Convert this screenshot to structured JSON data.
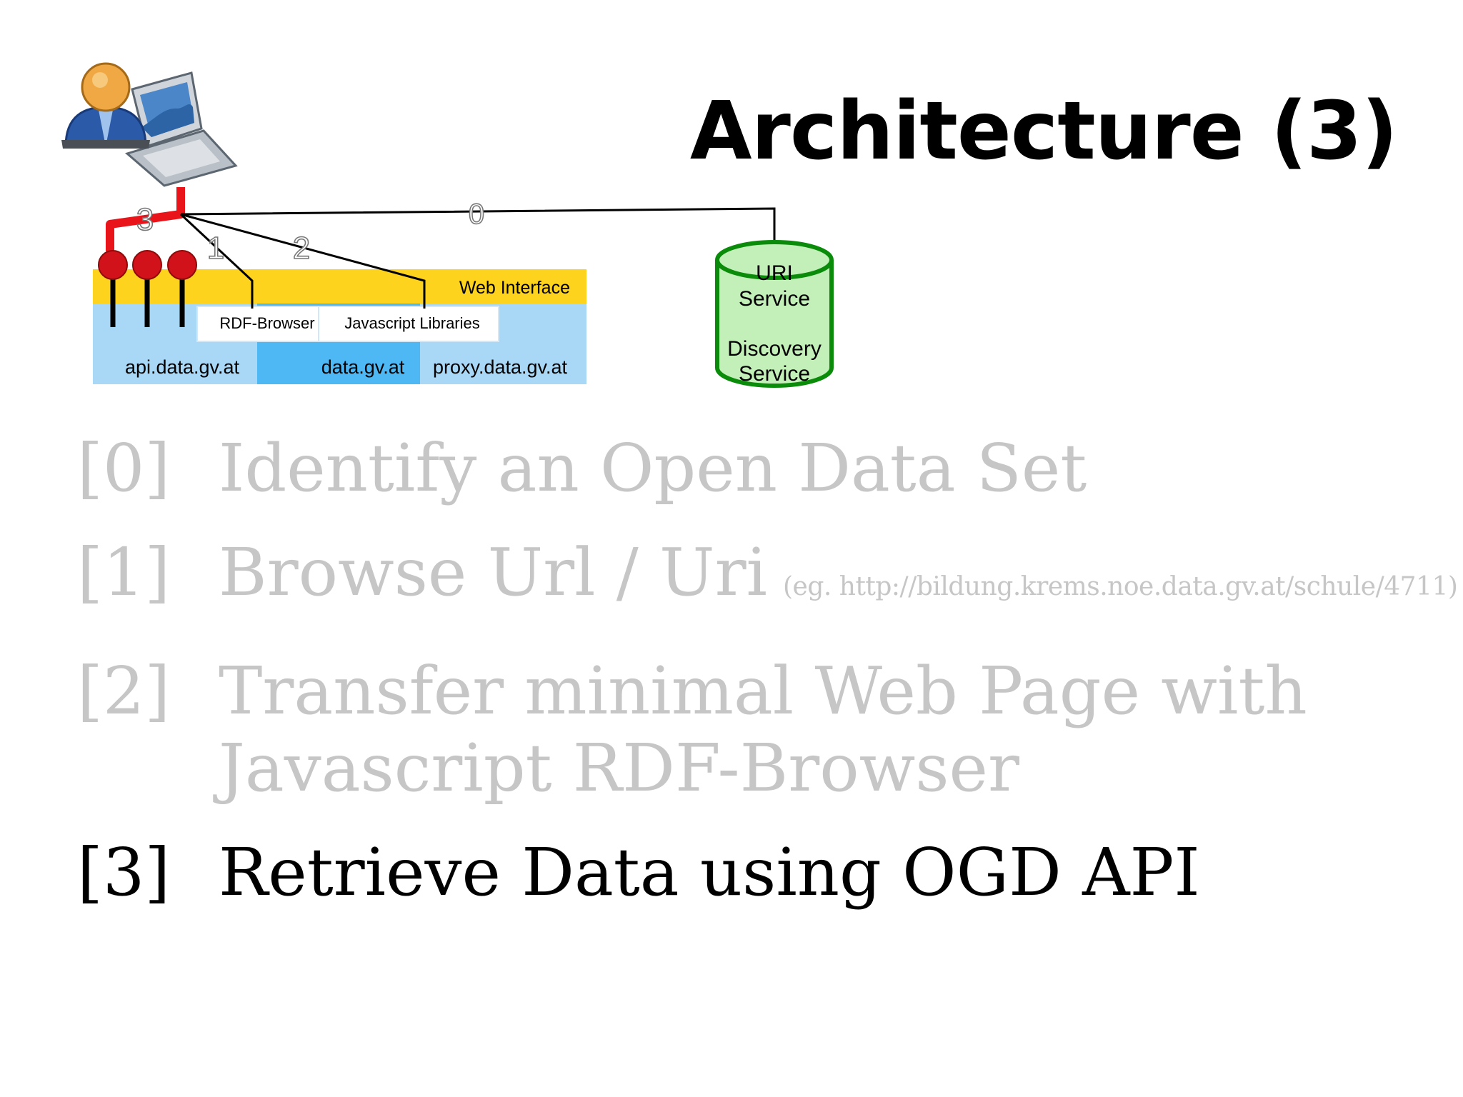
{
  "slide": {
    "title": "Architecture (3)"
  },
  "diagram": {
    "connections": [
      "0",
      "1",
      "2",
      "3"
    ],
    "web_interface_label": "Web Interface",
    "rdf_browser_label": "RDF-Browser",
    "js_libraries_label": "Javascript Libraries",
    "hosts": [
      "api.data.gv.at",
      "data.gv.at",
      "proxy.data.gv.at"
    ],
    "uri_service": {
      "line1": "URI",
      "line2": "Service",
      "line3": "Discovery",
      "line4": "Service"
    },
    "colors": {
      "web_interface": "#fdd31d",
      "host_light": "#a8d8f6",
      "host_mid": "#4db8f4",
      "api_path": "#e8141a",
      "uri_service_fill": "#c3f0b8",
      "uri_service_stroke": "#0a8c0a"
    },
    "icons": [
      "user-with-laptop-icon"
    ]
  },
  "steps": [
    {
      "num": "[0]",
      "lines": [
        "Identify an Open Data Set"
      ],
      "note": "",
      "active": false
    },
    {
      "num": "[1]",
      "lines": [
        "Browse Url / Uri"
      ],
      "note": "(eg. http://bildung.krems.noe.data.gv.at/schule/4711)",
      "active": false
    },
    {
      "num": "[2]",
      "lines": [
        "Transfer minimal Web Page with",
        "Javascript RDF-Browser"
      ],
      "note": "",
      "active": false
    },
    {
      "num": "[3]",
      "lines": [
        "Retrieve Data using OGD API"
      ],
      "note": "",
      "active": true
    }
  ]
}
